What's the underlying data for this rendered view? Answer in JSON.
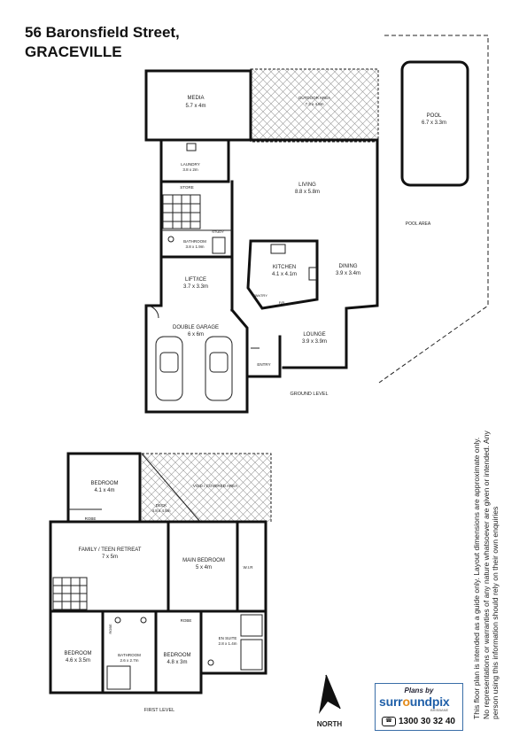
{
  "title": {
    "line1": "56 Baronsfield Street,",
    "line2": "GRACEVILLE"
  },
  "ground_floor": {
    "level_label": "GROUND LEVEL",
    "rooms": {
      "media": {
        "name": "MEDIA",
        "size": "5.7 x 4m"
      },
      "outdoor": {
        "name": "OUTDOOR AREA",
        "size": "7.3 x 4.8m"
      },
      "pool": {
        "name": "POOL",
        "size": "6.7 x 3.3m"
      },
      "laundry": {
        "name": "LAUNDRY",
        "size": "3.8 x 2m"
      },
      "store": {
        "name": "STORE"
      },
      "living": {
        "name": "LIVING",
        "size": "8.8 x 5.8m"
      },
      "bathroom": {
        "name": "BATHROOM",
        "size": "3.8 x 1.9m"
      },
      "study": {
        "name": "STUDY"
      },
      "pool_area": {
        "name": "POOL AREA"
      },
      "kitchen": {
        "name": "KITCHEN",
        "size": "4.1 x 4.1m"
      },
      "dining": {
        "name": "DINING",
        "size": "3.9 x 3.4m"
      },
      "lift": {
        "name": "LIFT/ICE",
        "size": "3.7 x 3.3m"
      },
      "pantry": {
        "name": "PANTRY"
      },
      "fridge": {
        "name": "F/R"
      },
      "garage": {
        "name": "DOUBLE GARAGE",
        "size": "6 x 6m"
      },
      "lounge": {
        "name": "LOUNGE",
        "size": "3.9 x 3.9m"
      },
      "entry": {
        "name": "ENTRY"
      }
    }
  },
  "first_floor": {
    "level_label": "FIRST LEVEL",
    "rooms": {
      "bed_top": {
        "name": "BEDROOM",
        "size": "4.1 x 4m"
      },
      "void": {
        "name": "VOID / COVERED AREA"
      },
      "deck": {
        "name": "DECK",
        "size": "4.8 x 4.5m"
      },
      "robe_top": {
        "name": "ROBE"
      },
      "family": {
        "name": "FAMILY / TEEN RETREAT",
        "size": "7 x 5m"
      },
      "main_bed": {
        "name": "MAIN BEDROOM",
        "size": "5 x 4m"
      },
      "wir": {
        "name": "W.I.R"
      },
      "robe_l": {
        "name": "ROBE"
      },
      "robe_r": {
        "name": "ROBE"
      },
      "ensuite": {
        "name": "EN SUITE",
        "size": "2.8 x 1.4m"
      },
      "bed_left": {
        "name": "BEDROOM",
        "size": "4.6 x 3.5m"
      },
      "bathroom": {
        "name": "BATHROOM",
        "size": "2.6 x 2.7m"
      },
      "bed_mid": {
        "name": "BEDROOM",
        "size": "4.8 x 3m"
      }
    }
  },
  "compass": {
    "label": "NORTH"
  },
  "logo": {
    "plans_by": "Plans by",
    "brand_a": "surr",
    "brand_o": "o",
    "brand_b": "undpix",
    "sub": "BRISBANE",
    "phone": "1300 30 32 40",
    "phone_icon": "phone-icon"
  },
  "disclaimer": "This floor plan is intended as a guide only. Layout dimensions are approximate only. No representations or warranties of any nature whatsoever are given or intended. Any person using this information should rely on their own enquiries"
}
